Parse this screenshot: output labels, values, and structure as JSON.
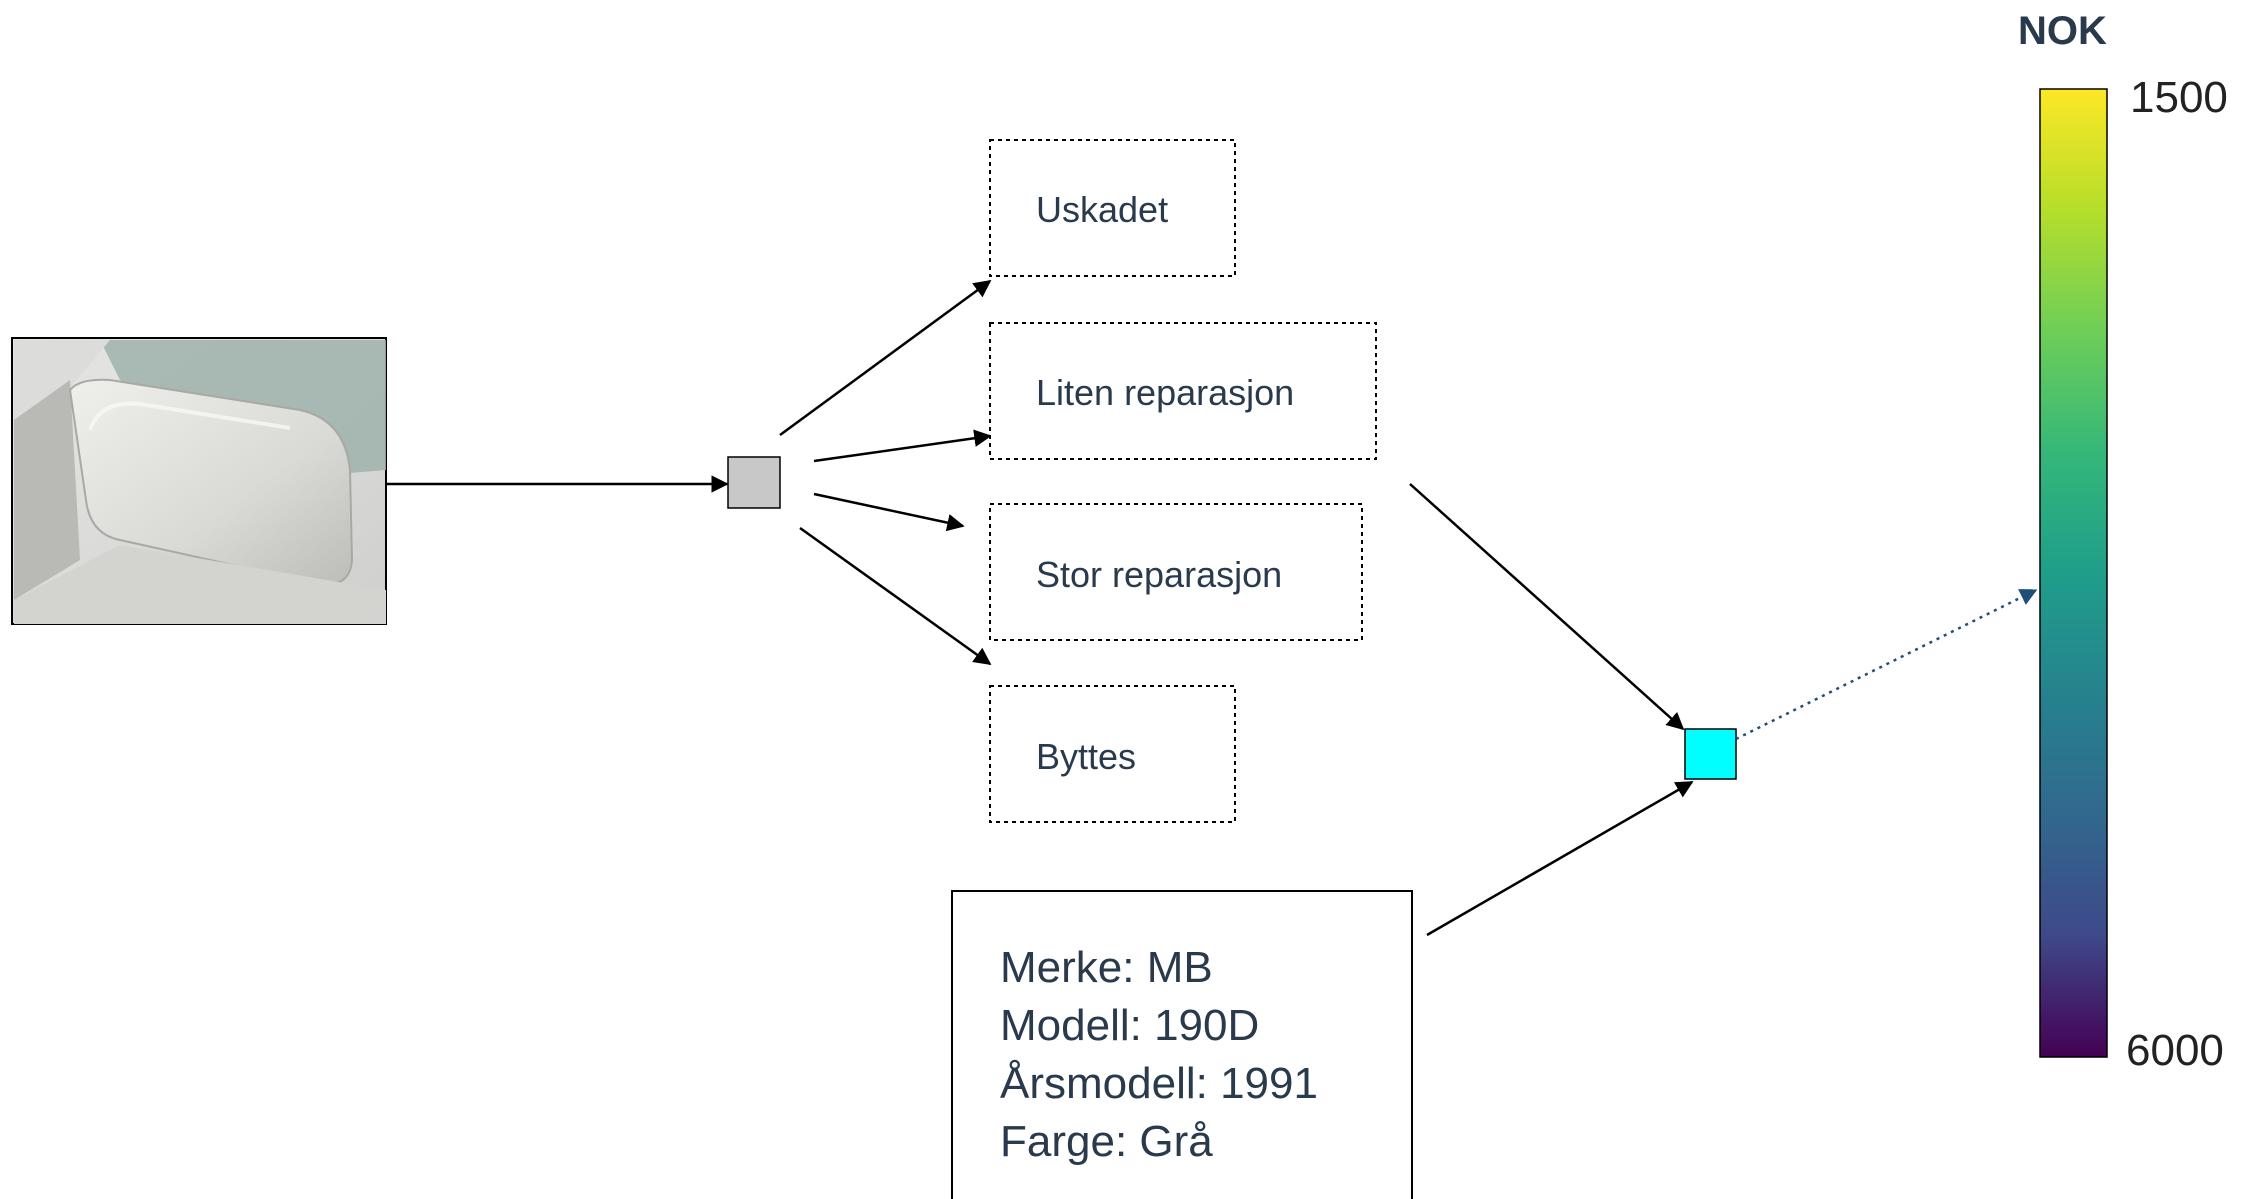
{
  "nodes": {
    "input_photo": "car-side-mirror-photo",
    "categories": [
      "Uskadet",
      "Liten reparasjon",
      "Stor reparasjon",
      "Byttes"
    ],
    "info_lines": [
      "Merke: MB",
      "Modell: 190D",
      "Årsmodell: 1991",
      "Farge: Grå"
    ]
  },
  "scale": {
    "unit": "NOK",
    "top_label": "1500",
    "bottom_label": "6000",
    "colormap": "viridis"
  },
  "colors": {
    "classifier_node": "#c8c8c8",
    "output_node": "#00ffff",
    "arrow": "#000000",
    "pointer": "#1f4e79"
  }
}
